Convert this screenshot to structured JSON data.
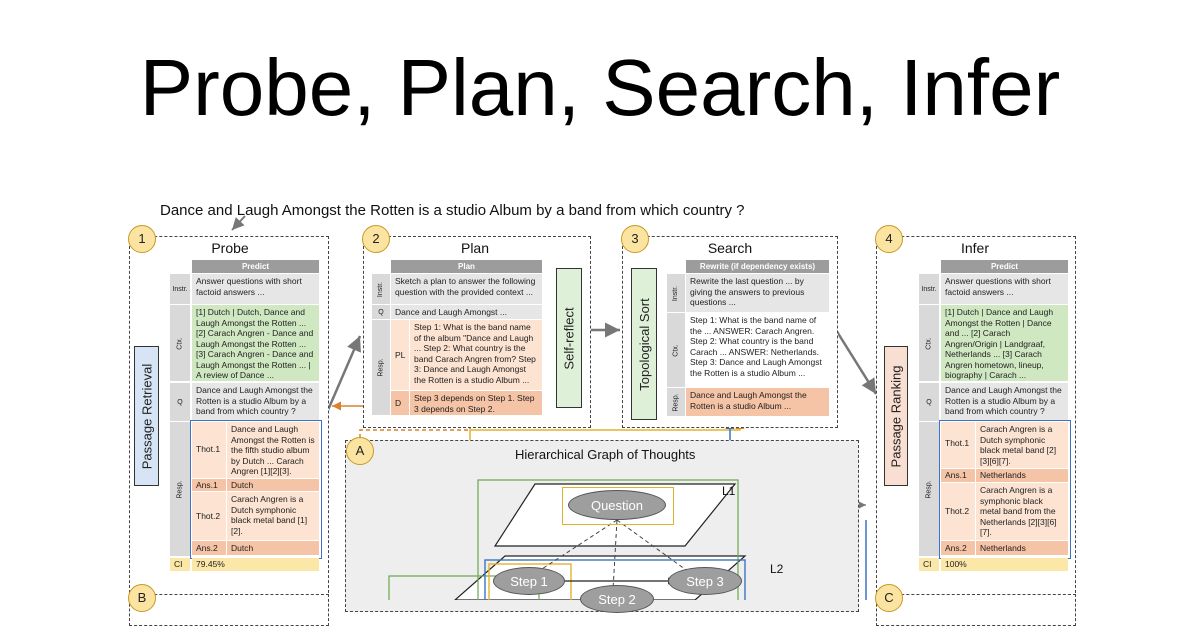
{
  "title": "Probe, Plan, Search, Infer",
  "question": "Dance and Laugh Amongst the Rotten is a studio Album by a band from which country ?",
  "badges": {
    "one": "1",
    "two": "2",
    "three": "3",
    "four": "4",
    "a": "A",
    "b": "B",
    "c": "C"
  },
  "probe": {
    "title": "Probe",
    "side_label": "Passage Retrieval",
    "header": "Predict",
    "instr_label": "Instr.",
    "instr": "Answer questions with short factoid answers ...",
    "ctx_label": "Ctx.",
    "ctx": "[1] Dutch | Dutch, Dance and Laugh Amongst the Rotten ... [2] Carach Angren - Dance and Laugh Amongst the Rotten ... [3] Carach Angren - Dance and Laugh Amongst the Rotten ... | A review of Dance ...",
    "q_label": "Q",
    "q": "Dance and Laugh Amongst the Rotten is a studio Album by a band from which country ?",
    "resp_label": "Resp.",
    "thot1_label": "Thot.1",
    "thot1": "Dance and Laugh Amongst the Rotten is the fifth studio album by Dutch ... Carach Angren [1][2][3].",
    "ans1_label": "Ans.1",
    "ans1": "Dutch",
    "thot2_label": "Thot.2",
    "thot2": "Carach Angren is a Dutch symphonic black metal band [1][2].",
    "ans2_label": "Ans.2",
    "ans2": "Dutch",
    "ci_label": "CI",
    "ci": "79.45%"
  },
  "plan": {
    "title": "Plan",
    "header": "Plan",
    "instr_label": "Instr.",
    "instr": "Sketch a plan to answer the following question with the provided context ...",
    "q_label": "Q",
    "q": "Dance and Laugh Amongst ...",
    "resp_label": "Resp.",
    "pl_label": "PL",
    "pl": "Step 1: What is the band name of the album \"Dance and Laugh ... Step 2: What country is the band Carach Angren from? Step 3: Dance and Laugh Amongst the Rotten is a studio Album ...",
    "d_label": "D",
    "d": "Step 3 depends on Step 1. Step 3 depends on Step 2.",
    "side_label": "Self-reflect"
  },
  "search": {
    "title": "Search",
    "side_label": "Topological Sort",
    "header": "Rewrite (if dependency exists)",
    "instr_label": "Instr.",
    "instr": "Rewrite the last question ... by giving the answers to previous questions ...",
    "ctx_label": "Ctx.",
    "ctx": "Step 1: What is the band name of the ... ANSWER: Carach Angren. Step 2: What country is the band Carach ... ANSWER: Netherlands. Step 3: Dance and Laugh Amongst the Rotten is a studio Album ...",
    "resp_label": "Resp.",
    "resp": "Dance and Laugh Amongst the Rotten is a studio Album ..."
  },
  "infer": {
    "title": "Infer",
    "side_label": "Passage Ranking",
    "header": "Predict",
    "instr_label": "Instr.",
    "instr": "Answer questions with short factoid answers ...",
    "ctx_label": "Ctx.",
    "ctx": "[1] Dutch | Dance and Laugh Amongst the Rotten | Dance and ... [2] Carach Angren/Origin | Landgraaf, Netherlands ... [3] Carach Angren hometown, lineup, biography | Carach ...",
    "q_label": "Q",
    "q": "Dance and Laugh Amongst the Rotten is a studio Album by a band from which country ?",
    "resp_label": "Resp.",
    "thot1_label": "Thot.1",
    "thot1": "Carach Angren is a Dutch symphonic black metal band [2][3][6][7].",
    "ans1_label": "Ans.1",
    "ans1": "Netherlands",
    "thot2_label": "Thot.2",
    "thot2": "Carach Angren is a symphonic black metal band from the Netherlands [2][3][6][7].",
    "ans2_label": "Ans.2",
    "ans2": "Netherlands",
    "ci_label": "CI",
    "ci": "100%"
  },
  "hgt": {
    "title": "Hierarchical Graph of Thoughts",
    "question_node": "Question",
    "l1": "L1",
    "l2": "L2",
    "step1": "Step 1",
    "step2": "Step 2",
    "step3": "Step 3"
  },
  "colors": {
    "accent_blue": "#3d73c4",
    "arrow_orange": "#d9822b",
    "badge_fill": "#fbe3a2",
    "line_green": "#6aa84f",
    "line_yellow": "#e0b32b"
  }
}
